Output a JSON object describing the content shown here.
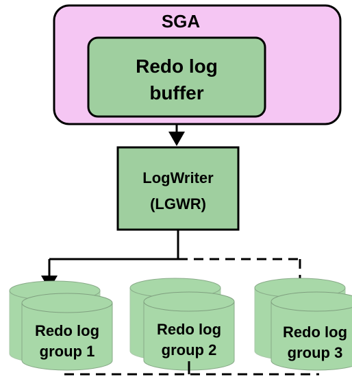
{
  "sga": {
    "title": "SGA"
  },
  "buffer": {
    "line1": "Redo log",
    "line2": "buffer"
  },
  "lgwr": {
    "line1": "LogWriter",
    "line2": "(LGWR)"
  },
  "groups": [
    {
      "line1": "Redo log",
      "line2": "group 1"
    },
    {
      "line1": "Redo log",
      "line2": "group 2"
    },
    {
      "line1": "Redo log",
      "line2": "group 3"
    }
  ],
  "colors": {
    "sga_fill": "#f5c6f3",
    "box_fill": "#9fcf9f",
    "disk_fill": "#a8d8a8",
    "stroke": "#000000"
  }
}
